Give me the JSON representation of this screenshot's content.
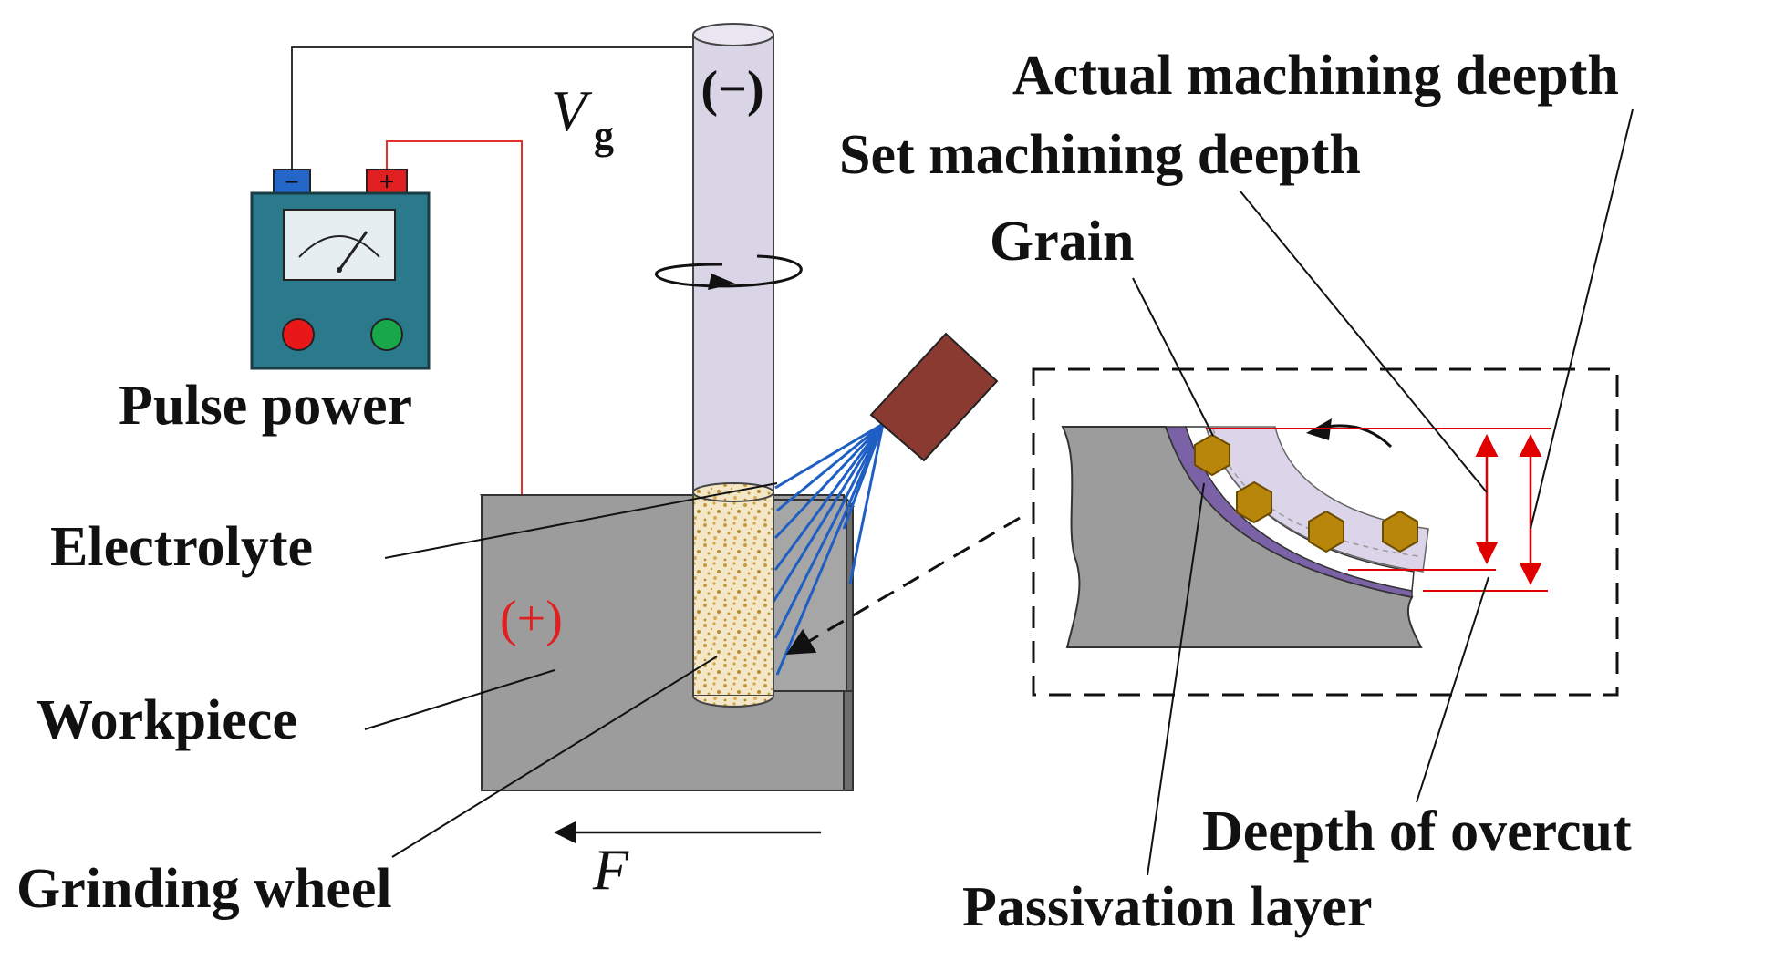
{
  "labels": {
    "actual_depth": "Actual machining deepth",
    "set_depth": "Set machining deepth",
    "grain": "Grain",
    "pulse_power": "Pulse power",
    "electrolyte": "Electrolyte",
    "workpiece": "Workpiece",
    "grinding_wheel": "Grinding wheel",
    "overcut": "Deepth of overcut",
    "passivation": "Passivation layer",
    "cathode_sign": "(−)",
    "anode_sign": "(+)",
    "velocity_symbol": "V",
    "velocity_subscript": "g",
    "feed_symbol": "F",
    "neg_terminal": "−",
    "pos_terminal": "+"
  },
  "colors": {
    "workpiece": "#9c9c9c",
    "tool": "#d9d4e6",
    "nozzle": "#8b3a32",
    "electrolyte_jet": "#1f5fc4",
    "power_supply": "#2a7a8c",
    "grain": "#b8860b",
    "passivation": "#7b62a6",
    "wire_positive": "#e53030",
    "wire_negative": "#333333",
    "depth_arrows": "#e00000"
  },
  "icons": [
    "ammeter-dial-icon",
    "rotation-arrow-icon",
    "feed-arrow-icon"
  ]
}
